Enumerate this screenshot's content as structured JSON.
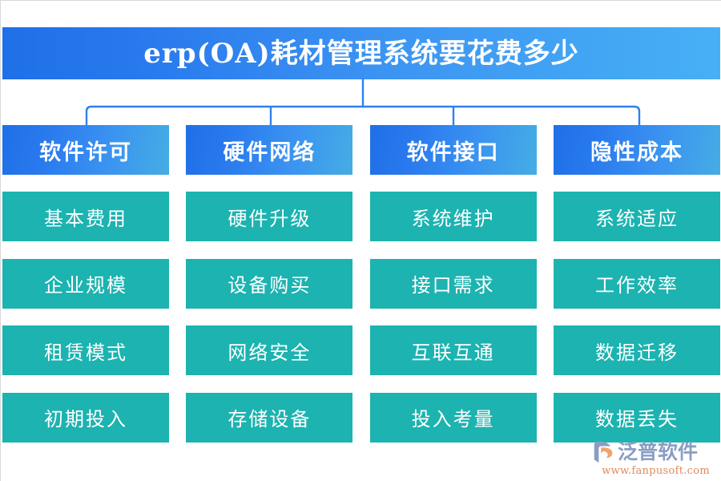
{
  "title": {
    "text": "erp(OA)耗材管理系统要花费多少"
  },
  "colors": {
    "title_gradient_start": "#1f6fe8",
    "title_gradient_end": "#46b0f5",
    "header_gradient_start": "#1f6fe8",
    "header_gradient_end": "#45ade4",
    "cell_background": "#1cb3b0",
    "connector_line": "#2f80ef",
    "logo_text": "#8b9dc3",
    "logo_url": "#e08a5a",
    "page_background": "#ffffff"
  },
  "columns": [
    {
      "header": "软件许可",
      "cells": [
        "基本费用",
        "企业规模",
        "租赁模式",
        "初期投入"
      ]
    },
    {
      "header": "硬件网络",
      "cells": [
        "硬件升级",
        "设备购买",
        "网络安全",
        "存储设备"
      ]
    },
    {
      "header": "软件接口",
      "cells": [
        "系统维护",
        "接口需求",
        "互联互通",
        "投入考量"
      ]
    },
    {
      "header": "隐性成本",
      "cells": [
        "系统适应",
        "工作效率",
        "数据迁移",
        "数据丢失"
      ]
    }
  ],
  "logo": {
    "name": "泛普软件",
    "url": "www.fanpusoft.com",
    "mark": "fanpu-swoosh-icon"
  }
}
